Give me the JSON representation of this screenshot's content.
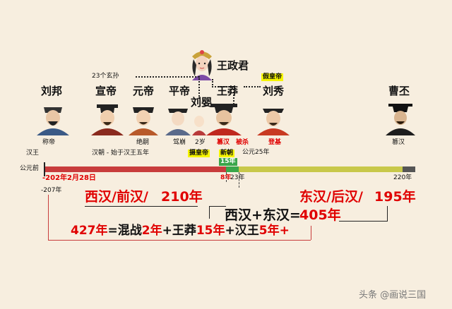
{
  "rulers": {
    "liu_bang": "刘邦",
    "xuan_di": "宣帝",
    "yuan_di": "元帝",
    "ping_di": "平帝",
    "liu_ying": "刘婴",
    "wang_mang": "王莽",
    "liu_xiu": "刘秀",
    "wang_zhengjun": "王政君",
    "cao_pi": "曹丕"
  },
  "notes": {
    "xuan_sun": "23个玄孙",
    "jia_huangdi": "假皇帝",
    "cheng_di": "称帝",
    "han_wang": "汉王",
    "han_chao": "汉朝 - 始于汉王五年",
    "jue_si": "绝嗣",
    "jia_beng": "驾崩",
    "two_years": "2岁",
    "she_huangdi": "摄皇帝",
    "cuan_han": "篡汉",
    "bei_sha": "被杀",
    "gongyuan_25": "公元25年",
    "deng_ji": "登基",
    "xin_chao": "新朝",
    "fifteen_nian": "15年",
    "cuan_han_2": "篡汉"
  },
  "timeline": {
    "gongyuanqian": "公元前",
    "start_date": "-202年2月28日",
    "minus_207": "-207年",
    "eight_nian": "8年",
    "twentythree": "23年",
    "twotwenty": "220年"
  },
  "summary": {
    "west_prefix": "西汉/前汉/",
    "west_years": "210年",
    "east_prefix": "东汉/后汉/",
    "east_years": "195年",
    "sum_prefix": "西汉+东汉=",
    "sum_years": "405年",
    "total": "427年",
    "eq": "=混战",
    "war": "2年",
    "plus1": "+王莽",
    "wm": "15年",
    "plus2": "+汉王",
    "hw": "5年+"
  },
  "watermark": "头条 @画说三国",
  "colors": {
    "background": "#f7eedf",
    "western_han": "#c83c3c",
    "xin": "#3aa64a",
    "eastern_han": "#c8c84a",
    "highlight": "#f5f500",
    "emphasis": "#e00000"
  }
}
